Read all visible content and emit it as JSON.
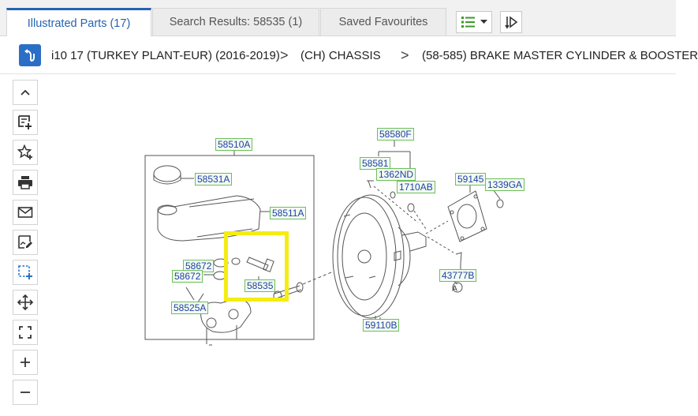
{
  "tabs": [
    {
      "label": "Illustrated Parts (17)"
    },
    {
      "label": "Search Results: 58535 (1)"
    },
    {
      "label": "Saved Favourites"
    }
  ],
  "breadcrumb": [
    {
      "label": "i10 17 (TURKEY PLANT-EUR) (2016-2019)"
    },
    {
      "label": "(CH) CHASSIS"
    },
    {
      "label": "(58-585) BRAKE MASTER CYLINDER & BOOSTER"
    }
  ],
  "breadcrumb_separator": ">",
  "toolbar": [
    {
      "name": "collapse-button",
      "icon": "chevron-up-icon"
    },
    {
      "name": "add-note-button",
      "icon": "note-add-icon"
    },
    {
      "name": "add-favourite-button",
      "icon": "star-add-icon"
    },
    {
      "name": "print-button",
      "icon": "printer-icon"
    },
    {
      "name": "email-button",
      "icon": "mail-icon"
    },
    {
      "name": "edit-image-button",
      "icon": "edit-image-icon"
    },
    {
      "name": "select-area-button",
      "icon": "select-area-icon"
    },
    {
      "name": "pan-button",
      "icon": "move-icon"
    },
    {
      "name": "fit-button",
      "icon": "fit-screen-icon"
    },
    {
      "name": "zoom-in-button",
      "icon": "plus-icon"
    },
    {
      "name": "zoom-out-button",
      "icon": "minus-icon"
    }
  ],
  "callouts": {
    "c58510A": "58510A",
    "c58531A": "58531A",
    "c58511A": "58511A",
    "c58672a": "58672",
    "c58672b": "58672",
    "c58535": "58535",
    "c58525A": "58525A",
    "c58580F": "58580F",
    "c58581": "58581",
    "c1362ND": "1362ND",
    "c1710AB": "1710AB",
    "c59145": "59145",
    "c1339GA": "1339GA",
    "c43777B": "43777B",
    "c59110B": "59110B"
  },
  "diagram_marker": "A",
  "colors": {
    "accent": "#2563b0",
    "callout_text": "#1d3fa8",
    "callout_border": "#6bbf5a",
    "highlight": "#f5ec12",
    "list_icon": "#3a9a2a"
  }
}
